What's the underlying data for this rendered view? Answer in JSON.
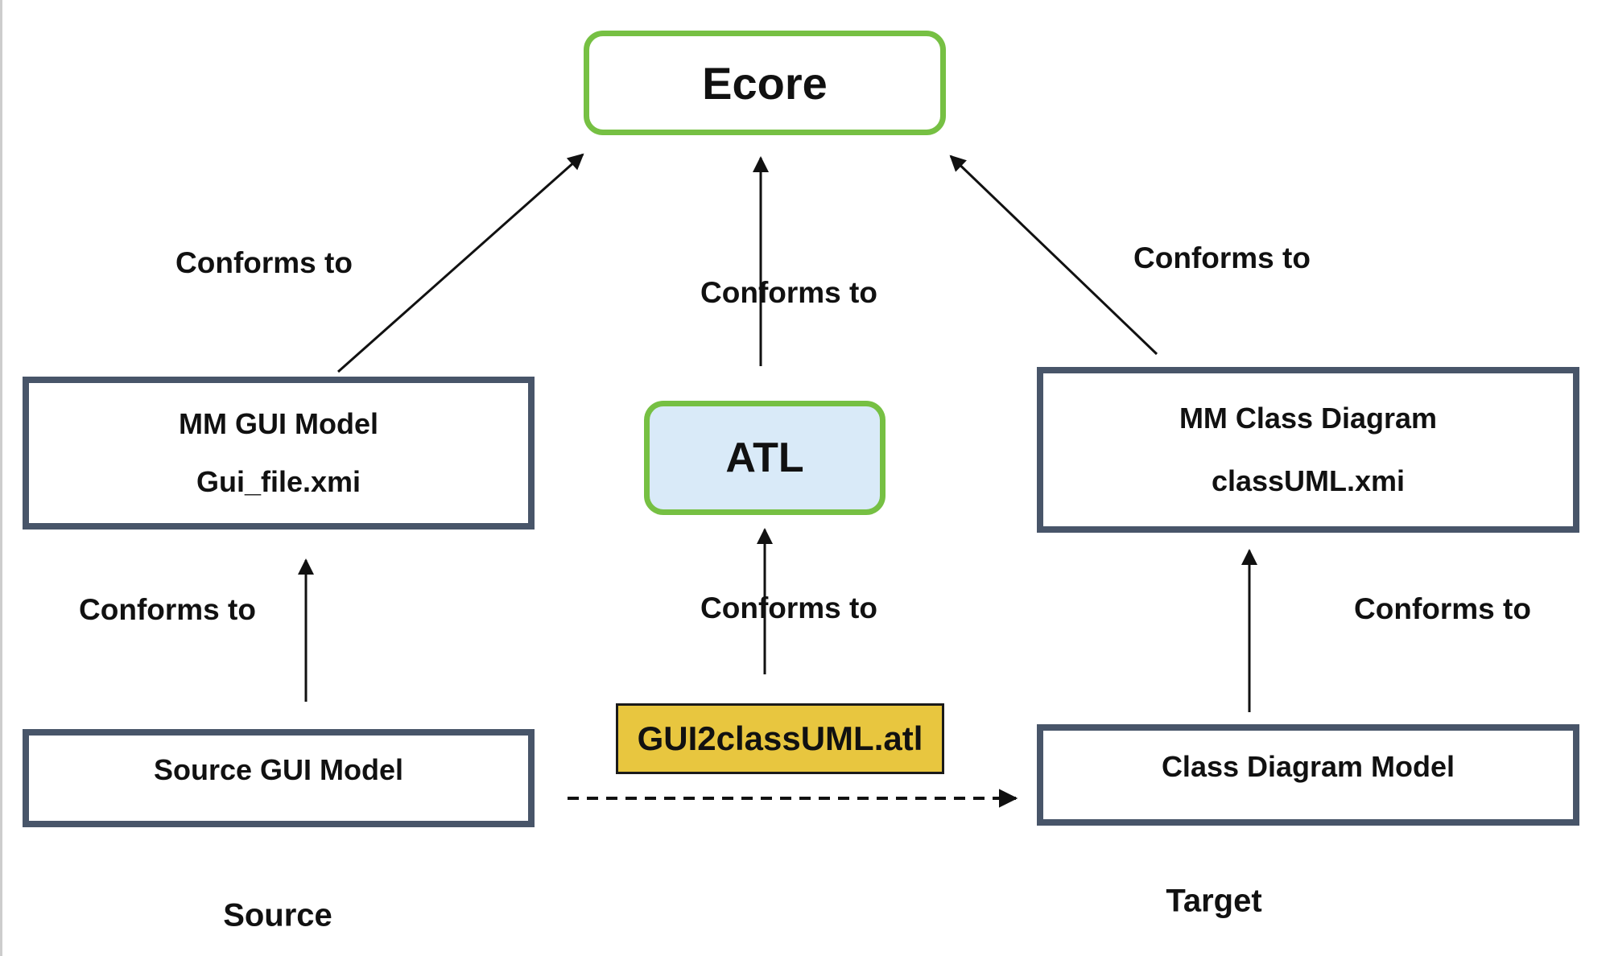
{
  "diagram": {
    "type": "model-transformation-architecture",
    "colors": {
      "green_border": "#76c043",
      "atl_fill": "#d9eaf8",
      "yellow_fill": "#e8c63f",
      "slate_border": "#485569",
      "arrow": "#111111",
      "background": "#ffffff"
    },
    "nodes": {
      "ecore": {
        "label": "Ecore"
      },
      "atl": {
        "label": "ATL"
      },
      "atl_file": {
        "label": "GUI2classUML.atl"
      },
      "mm_gui": {
        "line1": "MM GUI Model",
        "line2": "Gui_file.xmi"
      },
      "source_gui": {
        "label": "Source GUI Model"
      },
      "mm_class": {
        "line1": "MM Class Diagram",
        "line2": "classUML.xmi"
      },
      "class_model": {
        "label": "Class Diagram Model"
      }
    },
    "edge_labels": {
      "top_left": "Conforms to",
      "top_center": "Conforms to",
      "top_right": "Conforms to",
      "mid_left": "Conforms to",
      "mid_center": "Conforms to",
      "mid_right": "Conforms to"
    },
    "captions": {
      "source": "Source",
      "target": "Target"
    },
    "edges": [
      {
        "from": "mm_gui",
        "to": "ecore",
        "label": "Conforms to",
        "style": "solid"
      },
      {
        "from": "atl",
        "to": "ecore",
        "label": "Conforms to",
        "style": "solid"
      },
      {
        "from": "mm_class",
        "to": "ecore",
        "label": "Conforms to",
        "style": "solid"
      },
      {
        "from": "source_gui",
        "to": "mm_gui",
        "label": "Conforms to",
        "style": "solid"
      },
      {
        "from": "atl_file",
        "to": "atl",
        "label": "Conforms to",
        "style": "solid"
      },
      {
        "from": "class_model",
        "to": "mm_class",
        "label": "Conforms to",
        "style": "solid"
      },
      {
        "from": "source_gui",
        "to": "class_model",
        "label": "",
        "style": "dashed"
      }
    ]
  }
}
